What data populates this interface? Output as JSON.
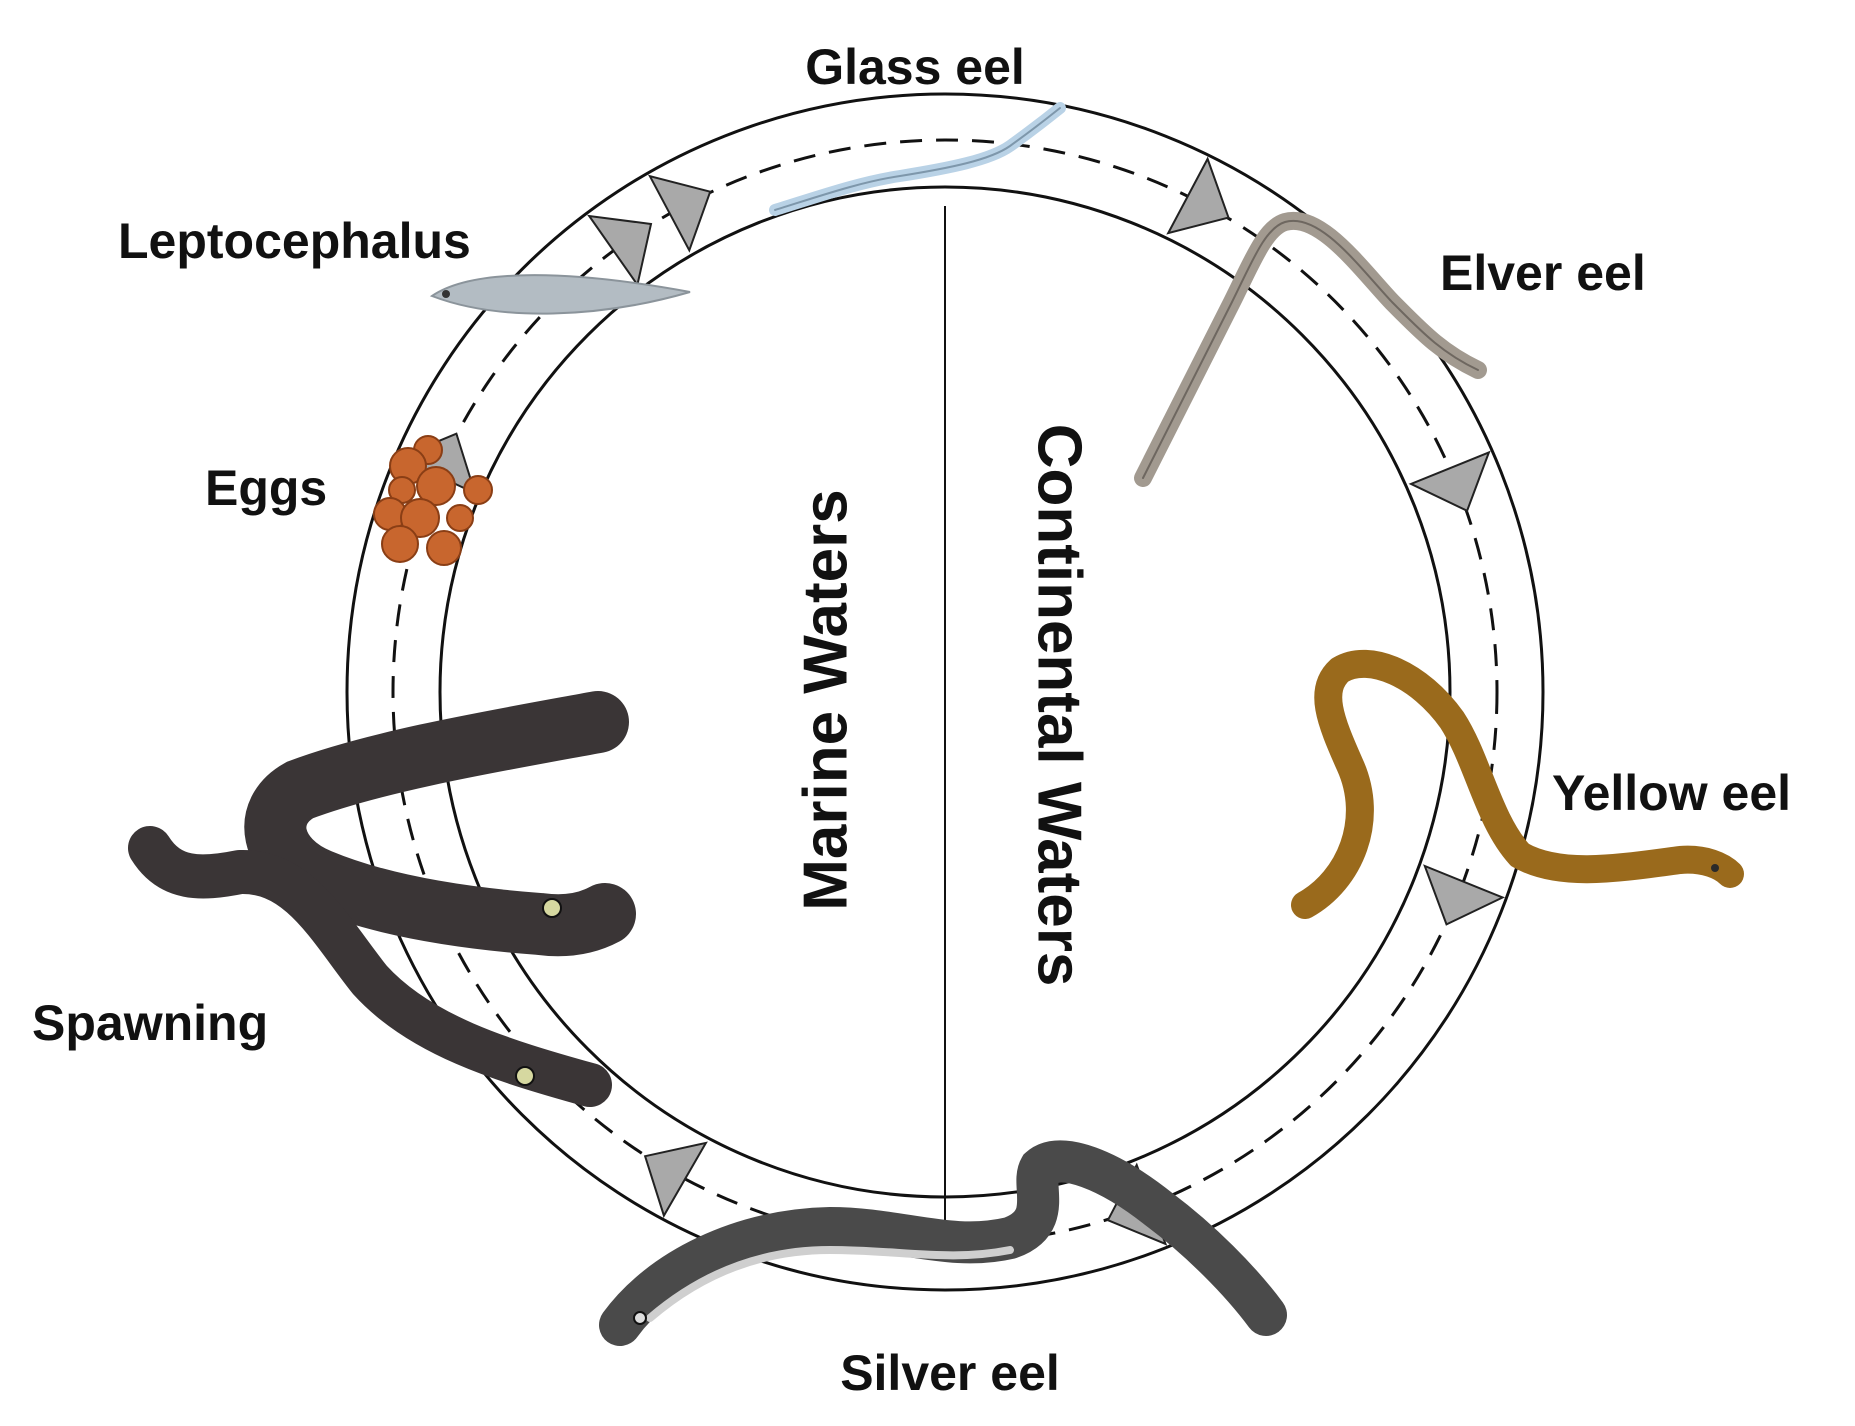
{
  "stages": {
    "glass_eel": "Glass eel",
    "elver_eel": "Elver eel",
    "yellow_eel": "Yellow eel",
    "silver_eel": "Silver eel",
    "spawning": "Spawning",
    "eggs": "Eggs",
    "leptocephalus": "Leptocephalus"
  },
  "regions": {
    "marine": "Marine Waters",
    "continental": "Continental Waters"
  },
  "colors": {
    "ring_stroke": "#111111",
    "arrow_fill": "#a9a9a9",
    "egg": "#c8662e",
    "yellow_eel": "#9a6a1c",
    "elver": "#a29a90",
    "glass": "#b9d2e6",
    "lepto": "#b3bcc3",
    "silver": "#4a4a4a",
    "dark": "#3a3536"
  }
}
